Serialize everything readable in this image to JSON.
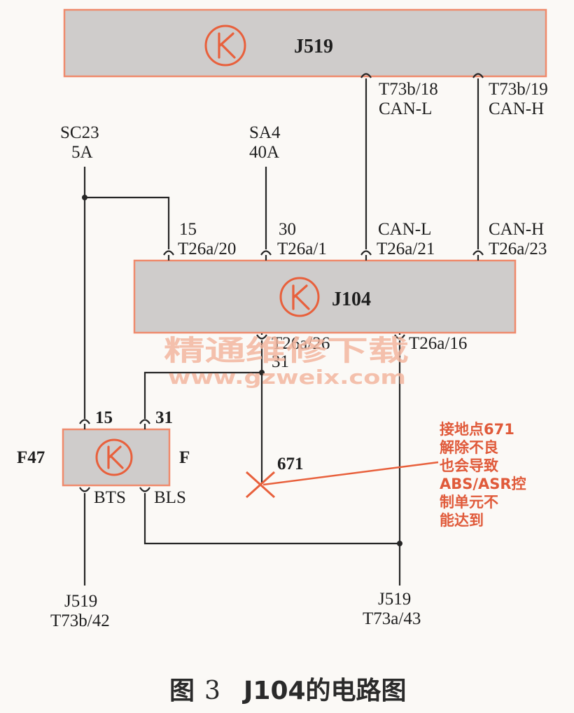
{
  "modules": {
    "j519": {
      "name": "J519"
    },
    "j104": {
      "name": "J104"
    },
    "f47": {
      "name": "F47",
      "side_label": "F"
    }
  },
  "supplies": {
    "sc23": {
      "name": "SC23",
      "rating": "5A"
    },
    "sa4": {
      "name": "SA4",
      "rating": "40A"
    }
  },
  "j519_pins": {
    "can_l": {
      "pin": "T73b/18",
      "signal": "CAN-L"
    },
    "can_h": {
      "pin": "T73b/19",
      "signal": "CAN-H"
    }
  },
  "j104_top_pins": {
    "p15": {
      "term": "15",
      "pin": "T26a/20"
    },
    "p30": {
      "term": "30",
      "pin": "T26a/1"
    },
    "can_l": {
      "term": "CAN-L",
      "pin": "T26a/21"
    },
    "can_h": {
      "term": "CAN-H",
      "pin": "T26a/23"
    }
  },
  "j104_bottom_pins": {
    "ground": {
      "pin": "T26a/26",
      "term": "31"
    },
    "bls": {
      "pin": "T26a/16"
    }
  },
  "f47_pins": {
    "top15": "15",
    "top31": "31",
    "bts": "BTS",
    "bls": "BLS"
  },
  "ground_point": "671",
  "bottom_refs": {
    "left": {
      "module": "J519",
      "pin": "T73b/42"
    },
    "right": {
      "module": "J519",
      "pin": "T73a/43"
    }
  },
  "note_lines": [
    "接地点671",
    "解除不良",
    "也会导致",
    "ABS/ASR控",
    "制单元不",
    "能达到"
  ],
  "watermark": {
    "cn": "精通维修下载",
    "url": "www.gzweix.com"
  },
  "caption": {
    "prefix": "图",
    "number": "3",
    "title": "J104的电路图"
  },
  "colors": {
    "accent": "#e8603c",
    "module_fill": "#cfcccb",
    "wire": "#262626"
  },
  "icons": [
    "k-module-icon"
  ]
}
